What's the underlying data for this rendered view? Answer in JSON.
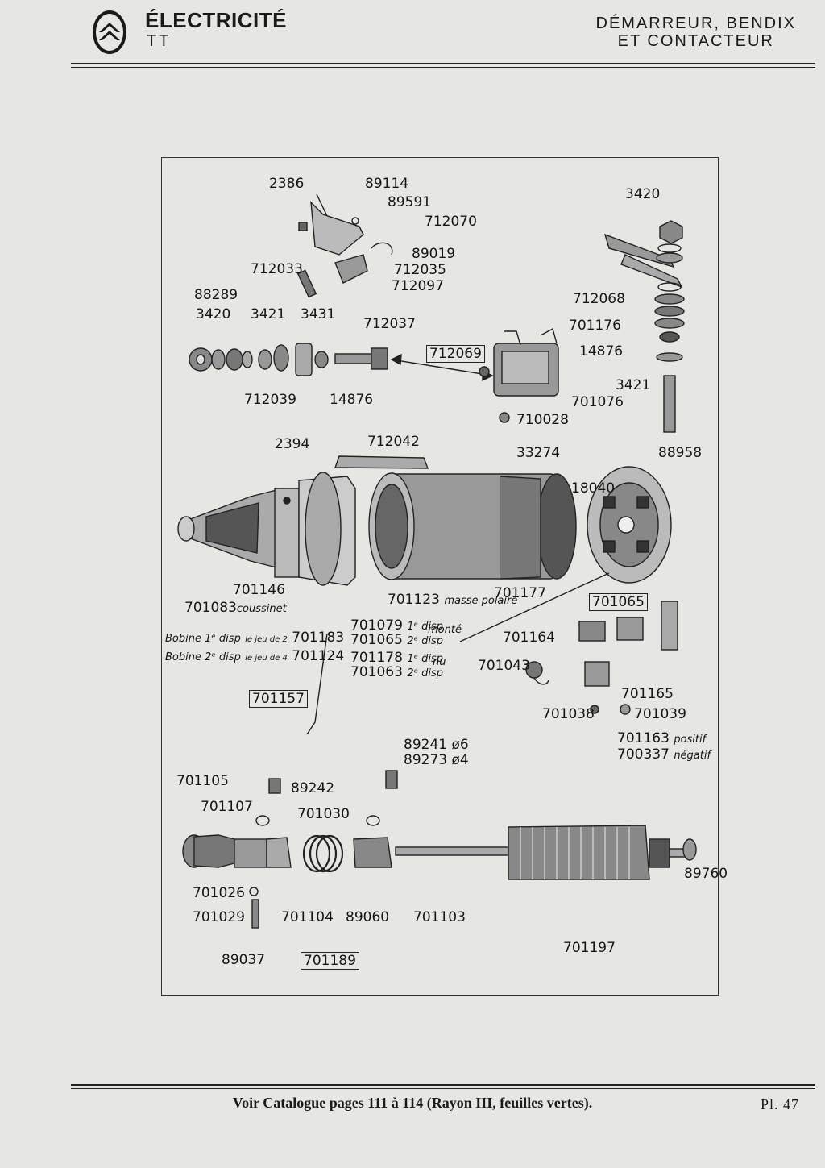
{
  "header": {
    "title": "ÉLECTRICITÉ",
    "subtitle": "TT",
    "section_line1": "DÉMARREUR, BENDIX",
    "section_line2": "ET CONTACTEUR"
  },
  "parts": {
    "p2386": "2386",
    "p89114": "89114",
    "p89591": "89591",
    "p712070": "712070",
    "p89019": "89019",
    "p712035": "712035",
    "p712033": "712033",
    "p712097": "712097",
    "p88289": "88289",
    "p3420a": "3420",
    "p3421a": "3421",
    "p3431": "3431",
    "p712037": "712037",
    "p712069": "712069",
    "p712039": "712039",
    "p14876a": "14876",
    "p710028": "710028",
    "p3420b": "3420",
    "p712068": "712068",
    "p701176": "701176",
    "p14876b": "14876",
    "p3421b": "3421",
    "p701076": "701076",
    "p2394": "2394",
    "p712042": "712042",
    "p33274": "33274",
    "p18040": "18040",
    "p88958": "88958",
    "p701146": "701146",
    "p701083": "701083",
    "p701083_note": "coussinet",
    "p701123": "701123",
    "p701123_note": "masse polaire",
    "p701177": "701177",
    "p701065box": "701065",
    "bobine1": "Bobine 1ᵉ disp",
    "bobine1_jeu": "le jeu de 2",
    "bobine1_num": "701183",
    "bobine2": "Bobine 2ᵉ disp",
    "bobine2_jeu": "le jeu de 4",
    "bobine2_num": "701124",
    "p701079": "701079",
    "p701079_disp": "1ᵉ disp",
    "p701065": "701065",
    "p701065_disp": "2ᵉ disp",
    "monte": "monté",
    "p701178": "701178",
    "p701178_disp": "1ᵉ disp",
    "p701063": "701063",
    "p701063_disp": "2ᵉ disp",
    "nu": "nu",
    "p701164": "701164",
    "p701043": "701043",
    "p701165": "701165",
    "p701157": "701157",
    "p701038": "701038",
    "p701039": "701039",
    "p701163": "701163",
    "p701163_note": "positif",
    "p700337": "700337",
    "p700337_note": "négatif",
    "p89241": "89241 ø6",
    "p89273": "89273 ø4",
    "p701105": "701105",
    "p89242": "89242",
    "p701107": "701107",
    "p701030": "701030",
    "p89760": "89760",
    "p701026": "701026",
    "p701029": "701029",
    "p701104": "701104",
    "p89060": "89060",
    "p701103": "701103",
    "p701197": "701197",
    "p89037": "89037",
    "p701189": "701189"
  },
  "footer": {
    "text": "Voir Catalogue pages 111 à 114 (Rayon III, feuilles vertes).",
    "page": "Pl. 47"
  }
}
